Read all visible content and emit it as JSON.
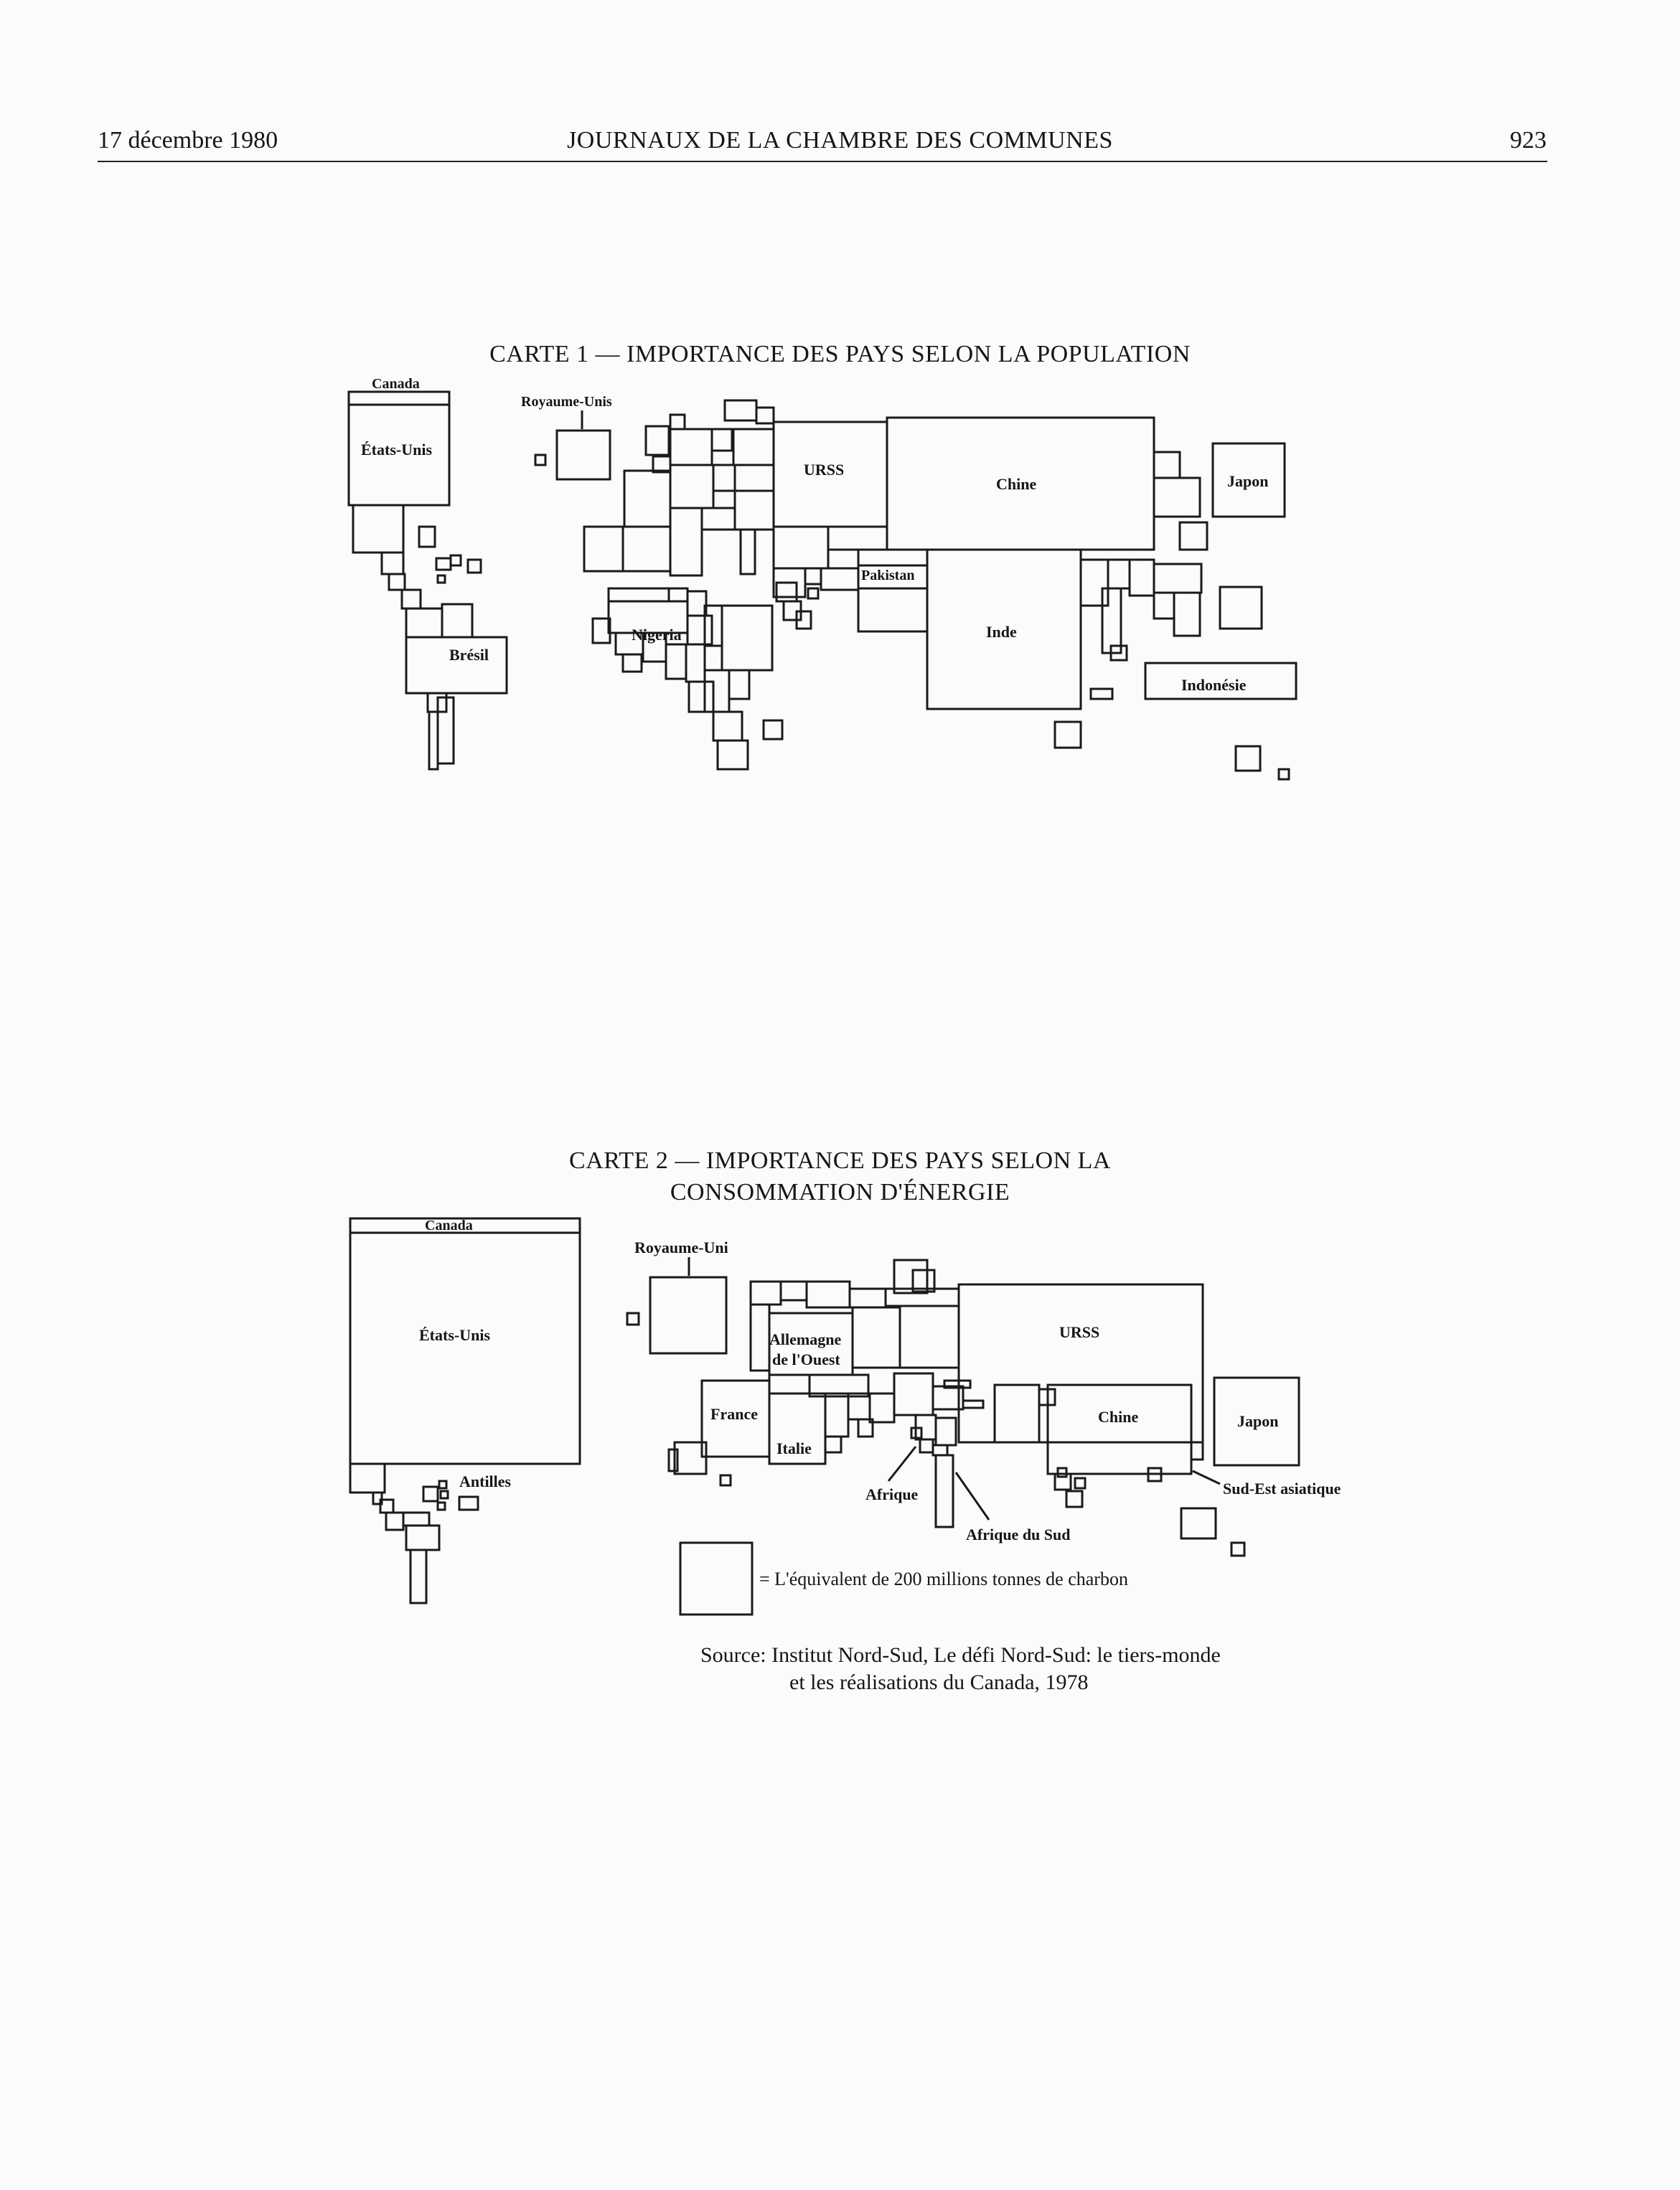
{
  "header": {
    "date": "17 décembre 1980",
    "journal": "JOURNAUX DE LA CHAMBRE DES COMMUNES",
    "page_number": "923"
  },
  "map1": {
    "title": "CARTE 1 — IMPORTANCE DES PAYS SELON LA POPULATION",
    "labels": {
      "canada": "Canada",
      "etats_unis": "États-Unis",
      "royaume_uni": "Royaume-Unis",
      "urss": "URSS",
      "chine": "Chine",
      "japon": "Japon",
      "pakistan": "Pakistan",
      "inde": "Inde",
      "nigeria": "Nigeria",
      "bresil": "Brésil",
      "indonesie": "Indonésie"
    }
  },
  "map2": {
    "title_line1": "CARTE 2 — IMPORTANCE DES PAYS SELON LA",
    "title_line2": "CONSOMMATION D'ÉNERGIE",
    "labels": {
      "canada": "Canada",
      "etats_unis": "États-Unis",
      "antilles": "Antilles",
      "royaume_uni": "Royaume-Uni",
      "allemagne_l1": "Allemagne",
      "allemagne_l2": "de l'Ouest",
      "france": "France",
      "italie": "Italie",
      "urss": "URSS",
      "chine": "Chine",
      "japon": "Japon",
      "afrique": "Afrique",
      "afrique_du_sud": "Afrique du Sud",
      "sud_est": "Sud-Est asiatique"
    },
    "legend": "= L'équivalent de 200 millions tonnes de charbon"
  },
  "source": {
    "line1": "Source:  Institut Nord-Sud, Le défi Nord-Sud: le tiers-monde",
    "line2": "et les réalisations du Canada, 1978"
  }
}
